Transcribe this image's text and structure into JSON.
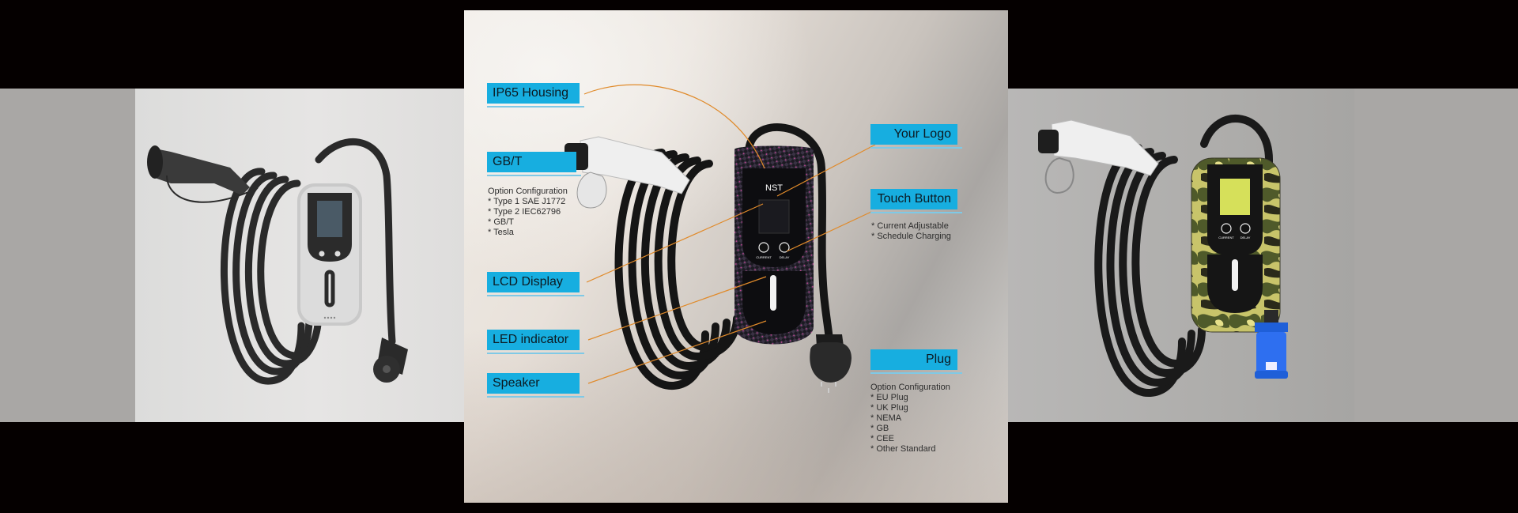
{
  "left_product": {
    "name": "white-ev-charger-with-eu-plug"
  },
  "right_product": {
    "name": "camouflage-ev-charger-with-cee-plug",
    "button_labels": [
      "CURRENT",
      "DELAY"
    ]
  },
  "center_product": {
    "logo_text": "NST",
    "button_labels": [
      "CURRENT",
      "DELAY"
    ],
    "callouts": {
      "ip65": "IP65 Housing",
      "gbt": "GB/T",
      "lcd": "LCD Display",
      "led": "LED indicator",
      "speaker": "Speaker",
      "logo": "Your Logo",
      "touch": "Touch Button",
      "plug": "Plug"
    },
    "connector_options": [
      "Option Configuration",
      "* Type 1 SAE J1772",
      "* Type 2 IEC62796",
      "* GB/T",
      "* Tesla"
    ],
    "touch_options": [
      "* Current Adjustable",
      "* Schedule Charging"
    ],
    "plug_options": [
      "Option Configuration",
      "* EU Plug",
      "* UK Plug",
      "* NEMA",
      "* GB",
      "* CEE",
      "* Other Standard"
    ]
  },
  "colors": {
    "callout_fill": "#17aee0",
    "leader_line": "#e08a2a",
    "background": "#050000"
  }
}
